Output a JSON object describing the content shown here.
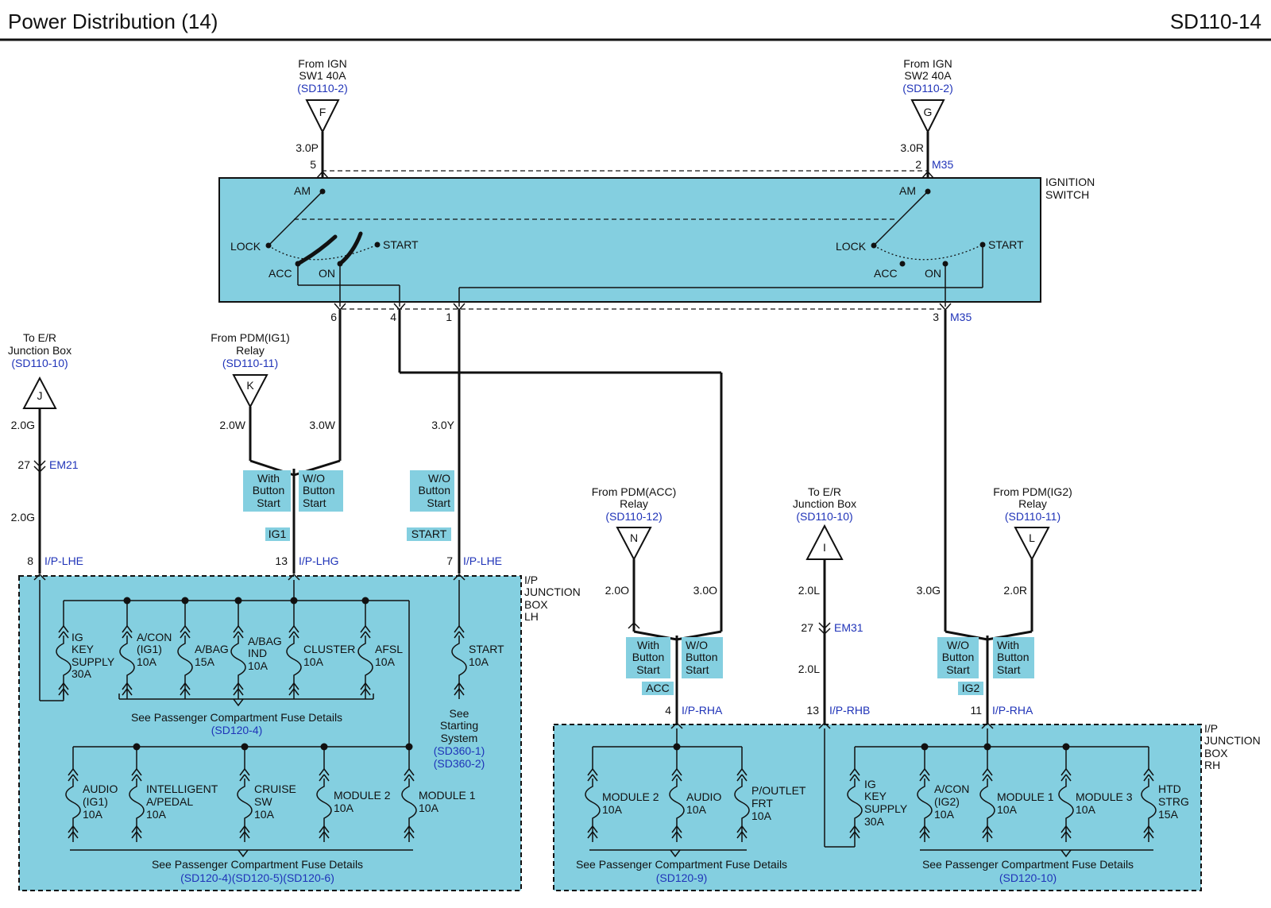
{
  "header": {
    "title": "Power Distribution (14)",
    "code": "SD110-14"
  },
  "colors": {
    "box_fill": "#84cfe0",
    "ref_blue": "#1f33b8",
    "line": "#111111"
  },
  "ignition_switch": {
    "label_line1": "IGNITION",
    "label_line2": "SWITCH",
    "left": {
      "am": "AM",
      "lock": "LOCK",
      "acc": "ACC",
      "on": "ON",
      "start": "START"
    },
    "right": {
      "am": "AM",
      "lock": "LOCK",
      "acc": "ACC",
      "on": "ON",
      "start": "START"
    },
    "connector_top": "M35",
    "connector_bottom": "M35",
    "pins": {
      "top_left": "5",
      "top_right": "2",
      "b6": "6",
      "b4": "4",
      "b1": "1",
      "b3": "3"
    }
  },
  "sources": {
    "f": {
      "line1": "From IGN",
      "line2": "SW1 40A",
      "ref": "(SD110-2)",
      "letter": "F",
      "wire": "3.0P"
    },
    "g": {
      "line1": "From IGN",
      "line2": "SW2 40A",
      "ref": "(SD110-2)",
      "letter": "G",
      "wire": "3.0R"
    },
    "j": {
      "line1": "To E/R",
      "line2": "Junction Box",
      "ref": "(SD110-10)",
      "letter": "J",
      "wire_top": "2.0G",
      "pin": "27",
      "conn": "EM21",
      "wire_bottom": "2.0G",
      "jpin": "8",
      "jconn": "I/P-LHE"
    },
    "k": {
      "line1": "From PDM(IG1)",
      "line2": "Relay",
      "ref": "(SD110-11)",
      "letter": "K",
      "wire": "2.0W"
    },
    "n": {
      "line1": "From PDM(ACC)",
      "line2": "Relay",
      "ref": "(SD110-12)",
      "letter": "N",
      "wire": "2.0O"
    },
    "i": {
      "line1": "To E/R",
      "line2": "Junction Box",
      "ref": "(SD110-10)",
      "letter": "I",
      "wire_top": "2.0L",
      "pin": "27",
      "conn": "EM31",
      "wire_bottom": "2.0L",
      "jpin": "13",
      "jconn": "I/P-RHB"
    },
    "l": {
      "line1": "From PDM(IG2)",
      "line2": "Relay",
      "ref": "(SD110-11)",
      "letter": "L",
      "wire": "2.0R"
    }
  },
  "wires": {
    "w6": "3.0W",
    "w1": "3.0Y",
    "w4": "3.0O",
    "w3": "3.0G"
  },
  "tags": {
    "with_bs": [
      "With",
      "Button",
      "Start"
    ],
    "wo_bs": [
      "W/O",
      "Button",
      "Start"
    ],
    "ig1": "IG1",
    "start": "START",
    "acc": "ACC",
    "ig2": "IG2"
  },
  "jb_lh": {
    "label": [
      "I/P",
      "JUNCTION",
      "BOX",
      "LH"
    ],
    "pin13": "13",
    "conn13": "I/P-LHG",
    "pin7": "7",
    "conn7": "I/P-LHE",
    "fuses_top": [
      {
        "lines": [
          "IG",
          "KEY",
          "SUPPLY",
          "30A"
        ]
      },
      {
        "lines": [
          "A/CON",
          "(IG1)",
          "10A"
        ]
      },
      {
        "lines": [
          "A/BAG",
          "15A"
        ]
      },
      {
        "lines": [
          "A/BAG",
          "IND",
          "10A"
        ]
      },
      {
        "lines": [
          "CLUSTER",
          "10A"
        ]
      },
      {
        "lines": [
          "AFSL",
          "10A"
        ]
      }
    ],
    "start_fuse": [
      "START",
      "10A"
    ],
    "see_starting": [
      "See",
      "Starting",
      "System"
    ],
    "see_starting_refs": [
      "(SD360-1)",
      "(SD360-2)"
    ],
    "note_top": "See Passenger Compartment Fuse Details",
    "note_top_ref": "(SD120-4)",
    "fuses_bottom": [
      {
        "lines": [
          "AUDIO",
          "(IG1)",
          "10A"
        ]
      },
      {
        "lines": [
          "INTELLIGENT",
          "A/PEDAL",
          "10A"
        ]
      },
      {
        "lines": [
          "CRUISE",
          "SW",
          "10A"
        ]
      },
      {
        "lines": [
          "MODULE 2",
          "10A"
        ]
      },
      {
        "lines": [
          "MODULE 1",
          "10A"
        ]
      }
    ],
    "note_bottom": "See Passenger Compartment Fuse Details",
    "note_bottom_ref": "(SD120-4)(SD120-5)(SD120-6)"
  },
  "jb_rh": {
    "label": [
      "I/P",
      "JUNCTION",
      "BOX",
      "RH"
    ],
    "pin4": "4",
    "conn4": "I/P-RHA",
    "pin11": "11",
    "conn11": "I/P-RHA",
    "fuses_a": [
      {
        "lines": [
          "MODULE 2",
          "10A"
        ]
      },
      {
        "lines": [
          "AUDIO",
          "10A"
        ]
      },
      {
        "lines": [
          "P/OUTLET",
          "FRT",
          "10A"
        ]
      }
    ],
    "fuses_b": [
      {
        "lines": [
          "IG",
          "KEY",
          "SUPPLY",
          "30A"
        ]
      },
      {
        "lines": [
          "A/CON",
          "(IG2)",
          "10A"
        ]
      },
      {
        "lines": [
          "MODULE 1",
          "10A"
        ]
      },
      {
        "lines": [
          "MODULE 3",
          "10A"
        ]
      },
      {
        "lines": [
          "HTD",
          "STRG",
          "15A"
        ]
      }
    ],
    "note_a": "See Passenger Compartment Fuse Details",
    "note_a_ref": "(SD120-9)",
    "note_b": "See Passenger Compartment Fuse Details",
    "note_b_ref": "(SD120-10)"
  }
}
